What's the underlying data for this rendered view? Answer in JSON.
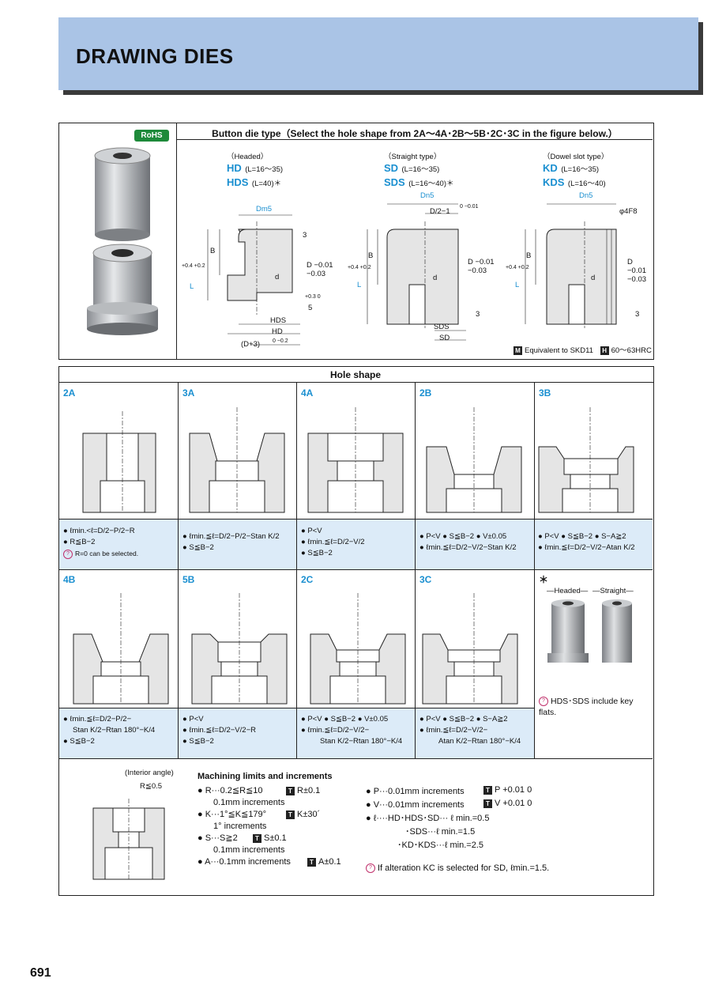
{
  "header": {
    "title": "DRAWING DIES"
  },
  "rohs": "RoHS",
  "button_die": {
    "caption": "Button die type（Select the hole shape from 2A～4A･2B～5B･2C･3C in the figure below.）",
    "types": [
      {
        "label": "（Headed）",
        "code1": "HD",
        "range1": "(L=16～35)",
        "code2": "HDS",
        "range2": "(L=40)＊"
      },
      {
        "label": "（Straight type）",
        "code1": "SD",
        "range1": "(L=16～35)",
        "code2": "SDS",
        "range2": "(L=16～40)＊"
      },
      {
        "label": "（Dowel slot type）",
        "code1": "KD",
        "range1": "(L=16～35)",
        "code2": "KDS",
        "range2": "(L=16～40)"
      }
    ],
    "dims": {
      "dm5": "Dm5",
      "dn5a": "Dn5",
      "dn5b": "Dn5",
      "B": "B",
      "d": "d",
      "L": "L",
      "Dtol": "D −0.01 −0.03",
      "hds": "HDS",
      "hd": "HD",
      "sds": "SDS",
      "sd": "SD",
      "d3": "(D+3)",
      "d3tol": "0 −0.2",
      "three": "3",
      "five": "5",
      "fivetol": "+0.3 0",
      "d2": "D/2−1",
      "d2tol": "0 −0.01",
      "f4": "φ4F8",
      "Ltol": "+0.4 +0.2"
    },
    "footnote_m": "M",
    "footnote": "Equivalent to SKD11",
    "footnote_h": "H",
    "hardness": "60～63HRC"
  },
  "hole_shape": {
    "caption": "Hole shape",
    "row1": [
      {
        "id": "2A",
        "notes": [
          "● ℓmin.<ℓ=D/2−P/2−R",
          "● R≦B−2",
          "R=0 can be selected."
        ]
      },
      {
        "id": "3A",
        "notes": [
          "● ℓmin.≦ℓ=D/2−P/2−Stan K/2",
          "● S≦B−2"
        ]
      },
      {
        "id": "4A",
        "notes": [
          "● P<V",
          "● ℓmin.≦ℓ=D/2−V/2",
          "● S≦B−2"
        ]
      },
      {
        "id": "2B",
        "notes": [
          "● P<V ● S≦B−2 ● V±0.05",
          "● ℓmin.≦ℓ=D/2−V/2−Stan K/2"
        ]
      },
      {
        "id": "3B",
        "notes": [
          "● P<V ● S≦B−2 ● S−A≧2",
          "● ℓmin.≦ℓ=D/2−V/2−Atan K/2"
        ]
      }
    ],
    "row2": [
      {
        "id": "4B",
        "notes": [
          "● ℓmin.≦ℓ=D/2−P/2−",
          "Stan K/2−Rtan 180°−K/4",
          "● S≦B−2"
        ]
      },
      {
        "id": "5B",
        "notes": [
          "● P<V",
          "● ℓmin.≦ℓ=D/2−V/2−R",
          "● S≦B−2"
        ]
      },
      {
        "id": "2C",
        "notes": [
          "● P<V ● S≦B−2 ● V±0.05",
          "● ℓmin.≦ℓ=D/2−V/2−",
          "Stan K/2−Rtan 180°−K/4"
        ]
      },
      {
        "id": "3C",
        "notes": [
          "● P<V ● S≦B−2 ● S−A≧2",
          "● ℓmin.≦ℓ=D/2−V/2−",
          "Atan K/2−Rtan 180°−K/4"
        ]
      }
    ],
    "star": "＊",
    "headed": "—Headed—",
    "straight": "—Straight—",
    "hds_note": "HDS･SDS include key flats."
  },
  "machining": {
    "interior_angle": "(Interior angle)",
    "r_le": "R≦0.5",
    "title": "Machining limits and increments",
    "left": [
      "● R···0.2≦R≦10",
      "0.1mm increments",
      "● K···1°≦K≦179°",
      "1° increments",
      "● S···S≧2",
      "0.1mm increments",
      "● A···0.1mm increments"
    ],
    "tol": [
      "R±0.1",
      "K±30´",
      "S±0.1",
      "A±0.1"
    ],
    "right": [
      "● P···0.01mm increments",
      "● V···0.01mm increments",
      "● ℓ····HD･HDS･SD··· ℓ min.=0.5",
      "･SDS···ℓ min.=1.5",
      "･KD･KDS···ℓ min.=2.5"
    ],
    "tol_p": "P +0.01 0",
    "tol_v": "V +0.01 0",
    "alt_note": "If alteration KC is selected for SD, ℓmin.=1.5."
  },
  "page_number": "691"
}
